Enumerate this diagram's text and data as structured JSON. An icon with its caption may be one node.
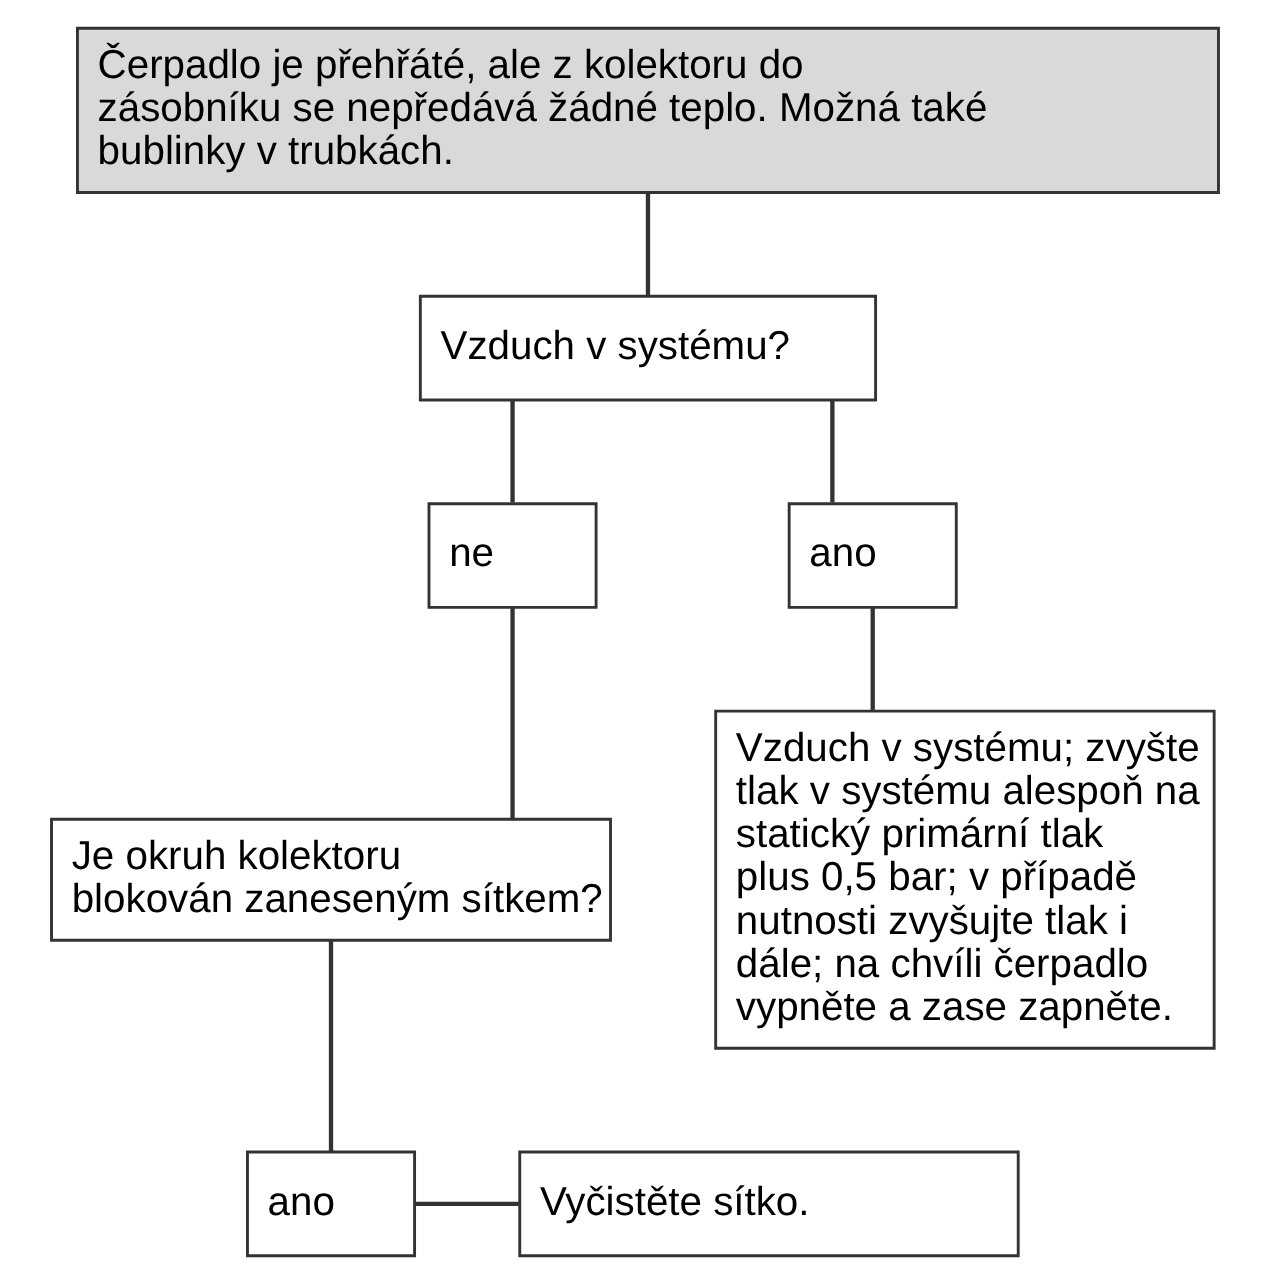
{
  "diagram": {
    "nodes": [
      {
        "text": [
          "Čerpadlo je přehřáté, ale z kolektoru do zásobníku se nepředává žádné teplo. Možná také bublinky v trubkách."
        ]
      },
      {
        "text": [
          "Vzduch v systému?"
        ]
      },
      {
        "text": [
          "ne"
        ]
      },
      {
        "text": [
          "ano"
        ]
      },
      {
        "text": [
          "Vzduch v systému; zvyšte tlak v systému alespoň na statický primární tlak plus 0,5 bar; v případě nutnosti zvyšujte tlak i dále; na chvíli čerpadlo vypněte a zase zapněte."
        ]
      },
      {
        "text": [
          "Je okruh kolektoru blokován zaneseným sítkem?"
        ]
      },
      {
        "text": [
          "ano"
        ]
      },
      {
        "text": [
          "Vyčistěte sítko."
        ]
      }
    ],
    "edges": [
      {
        "from": 0,
        "to": 1,
        "arrow": "none"
      },
      {
        "from": 1,
        "to": 2,
        "arrow": "none"
      },
      {
        "from": 1,
        "to": 3,
        "arrow": "none"
      },
      {
        "from": 3,
        "to": 4,
        "arrow": "none"
      },
      {
        "from": 2,
        "to": 5,
        "arrow": "none"
      },
      {
        "from": 5,
        "to": 6,
        "arrow": "none"
      },
      {
        "from": 6,
        "to": 7,
        "arrow": "none"
      }
    ]
  }
}
